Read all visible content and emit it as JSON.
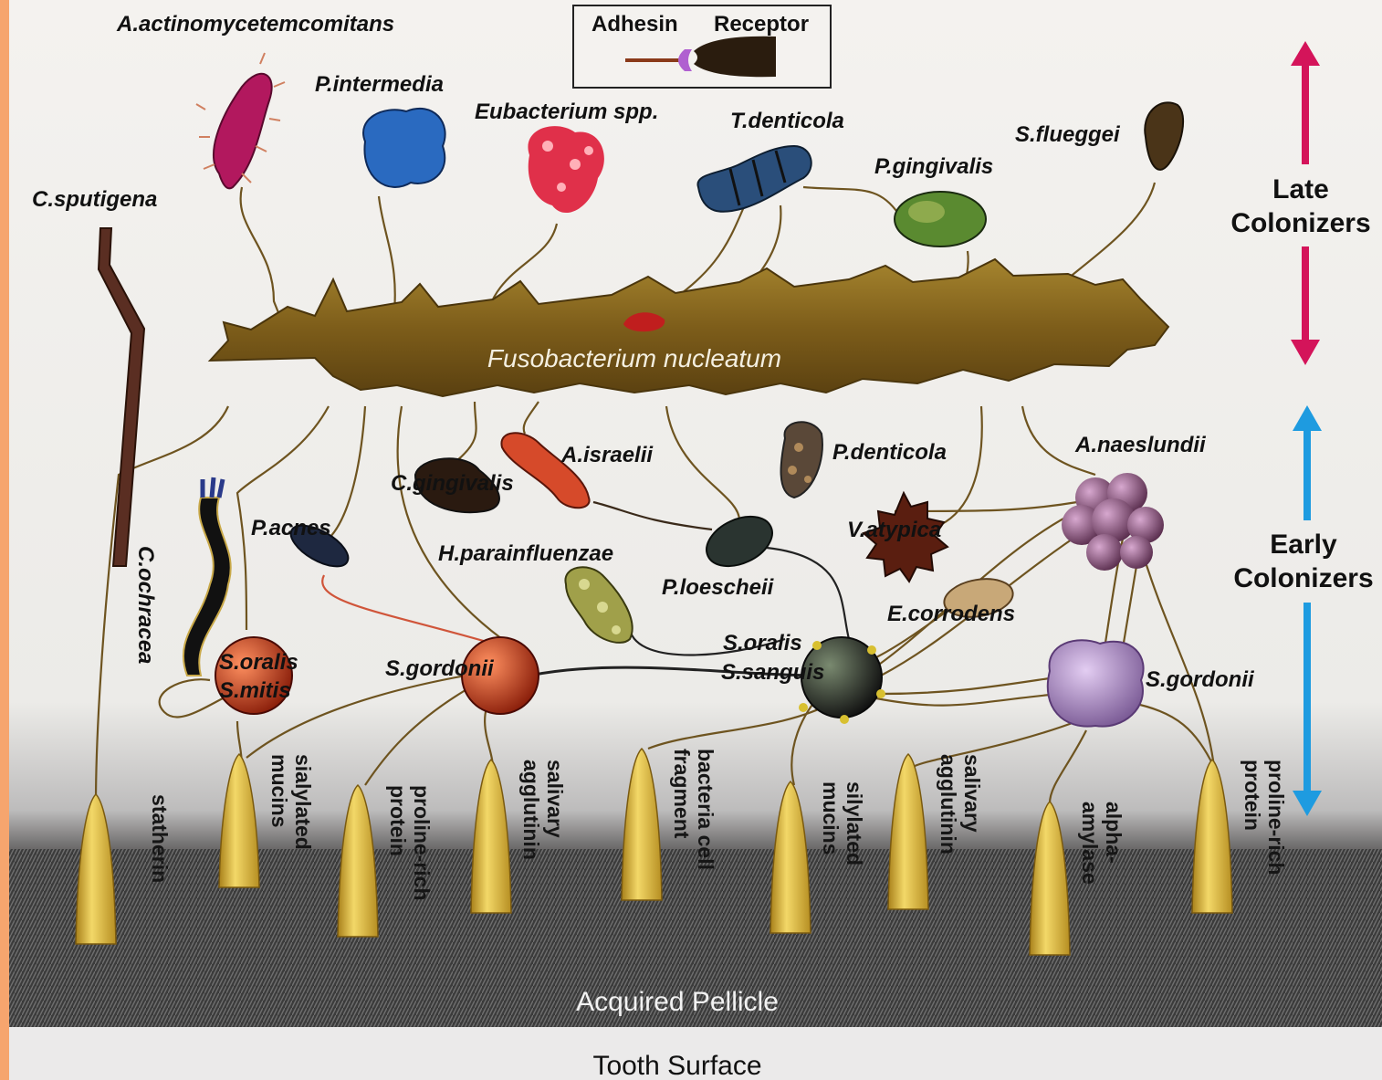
{
  "legend": {
    "adhesin": "Adhesin",
    "receptor": "Receptor"
  },
  "side_labels": {
    "late_line1": "Late",
    "late_line2": "Colonizers",
    "early_line1": "Early",
    "early_line2": "Colonizers"
  },
  "central_bacterium": "Fusobacterium nucleatum",
  "bacteria": {
    "a_actinomycetemcomitans": "A.actinomycetemcomitans",
    "p_intermedia": "P.intermedia",
    "eubacterium": "Eubacterium spp.",
    "t_denticola": "T.denticola",
    "p_gingivalis": "P.gingivalis",
    "s_flueggei": "S.flueggei",
    "c_sputigena": "C.sputigena",
    "a_israelii": "A.israelii",
    "c_gingivalis": "C.gingivalis",
    "p_denticola": "P.denticola",
    "a_naeslundii": "A.naeslundii",
    "p_acnes": "P.acnes",
    "h_parainfluenzae": "H.parainfluenzae",
    "p_loescheii": "P.loescheii",
    "v_atypica": "V.atypica",
    "e_corrodens": "E.corrodens",
    "c_ochracea": "C.ochracea",
    "s_oralis_left": "S.oralis",
    "s_mitis": "S.mitis",
    "s_gordonii_left": "S.gordonii",
    "s_oralis_mid": "S.oralis",
    "s_sanguis": "S.sanguis",
    "s_gordonii_right": "S.gordonii"
  },
  "receptors": [
    {
      "line1": "statherin",
      "line2": ""
    },
    {
      "line1": "sialylated",
      "line2": "mucins"
    },
    {
      "line1": "proline-rich",
      "line2": "protein"
    },
    {
      "line1": "salivary",
      "line2": "agglutinin"
    },
    {
      "line1": "bacteria cell",
      "line2": "fragment"
    },
    {
      "line1": "silylated",
      "line2": "mucins"
    },
    {
      "line1": "salivary",
      "line2": "agglutinin"
    },
    {
      "line1": "alpha-",
      "line2": "amylase"
    },
    {
      "line1": "proline-rich",
      "line2": "protein"
    }
  ],
  "surfaces": {
    "pellicle": "Acquired Pellicle",
    "tooth": "Tooth Surface"
  },
  "colors": {
    "late_arrow": "#d4145a",
    "early_arrow": "#1e9be0",
    "fusobacterium": "#8a6a1f",
    "receptor": "#e8c048",
    "pellicle": "#3a3a3a"
  }
}
